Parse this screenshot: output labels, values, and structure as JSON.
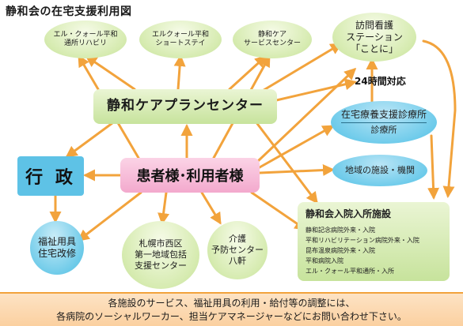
{
  "title": "静和会の在宅支援利用図",
  "top_services": [
    {
      "lines": [
        "エル・クォール平和",
        "通所リハビリ"
      ]
    },
    {
      "lines": [
        "エルクォール平和",
        "ショートステイ"
      ]
    },
    {
      "lines": [
        "静和ケア",
        "サービスセンター"
      ]
    }
  ],
  "houmon": {
    "lines": [
      "訪問看護",
      "ステーション",
      "「ことに」"
    ]
  },
  "care_plan_center": "静和ケアプランセンター",
  "hour24_label": "24時間対応",
  "zaitaku": {
    "line1": "在宅療養支援診療所",
    "line2": "診療所"
  },
  "gyosei": "行 政",
  "patients": "患者様･利用者様",
  "chiiki": "地域の施設・機関",
  "welfare": {
    "lines": [
      "福祉用具",
      "住宅改修"
    ]
  },
  "sapporo": {
    "lines": [
      "札幌市西区",
      "第一地域包括",
      "支援センター"
    ]
  },
  "kaigo": {
    "lines": [
      "介護",
      "予防センター",
      "八軒"
    ]
  },
  "hospital_facility": {
    "title": "静和会入院入所施設",
    "items": [
      "静和記念病院外来・入院",
      "平和リハビリテーション病院外来・入院",
      "昆布温泉病院外来・入院",
      "平和病院入院",
      "エル・クォール平和通所・入所"
    ]
  },
  "footer": {
    "line1": "各施設のサービス、福祉用具の利用・給付等の調整には、",
    "line2": "各病院のソーシャルワーカー、担当ケアマネージャーなどにお問い合わせ下さい。"
  },
  "colors": {
    "arrow": "#f2a33c",
    "oval_green": "#d6ebb0",
    "blue": "#5ec2e6",
    "pink": "#f3a9cd",
    "footer_bg": "#fbd9b1"
  }
}
